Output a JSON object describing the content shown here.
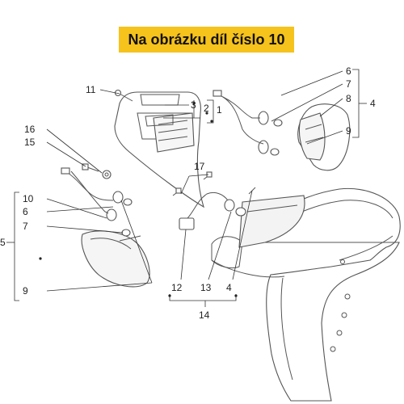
{
  "banner": {
    "text": "Na obrázku díl číslo 10",
    "color": "#f6c21c"
  },
  "callouts": {
    "c1": "1",
    "c2": "2",
    "c3": "3",
    "c4a": "4",
    "c4b": "4",
    "c5": "5",
    "c6a": "6",
    "c6b": "6",
    "c7a": "7",
    "c7b": "7",
    "c8": "8",
    "c9a": "9",
    "c9b": "9",
    "c10": "10",
    "c11": "11",
    "c12": "12",
    "c13": "13",
    "c14": "14",
    "c15": "15",
    "c16": "16",
    "c17": "17"
  }
}
